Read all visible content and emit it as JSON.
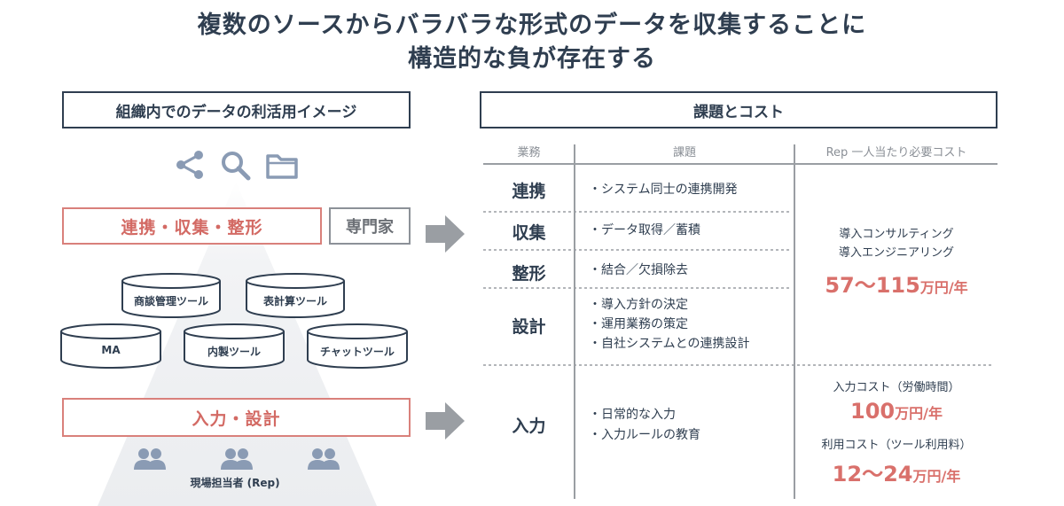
{
  "title": {
    "line1": "複数のソースからバラバラな形式のデータを収集することに",
    "line2": "構造的な負が存在する"
  },
  "left": {
    "header": "組織内でのデータの利活用イメージ",
    "icons": [
      "share-icon",
      "search-icon",
      "folder-icon"
    ],
    "renkei_label": "連携・収集・整形",
    "expert_label": "専門家",
    "tools": [
      "商談管理ツール",
      "表計算ツール",
      "MA",
      "内製ツール",
      "チャットツール"
    ],
    "input_label": "入力・設計",
    "rep_label": "現場担当者 (Rep)"
  },
  "right": {
    "header": "課題とコスト",
    "columns": [
      "業務",
      "課題",
      "Rep 一人当たり必要コスト"
    ],
    "rows": [
      {
        "task": "連携",
        "issues": [
          "・システム同士の連携開発"
        ]
      },
      {
        "task": "収集",
        "issues": [
          "・データ取得／蓄積"
        ]
      },
      {
        "task": "整形",
        "issues": [
          "・結合／欠損除去"
        ]
      },
      {
        "task": "設計",
        "issues": [
          "・導入方針の決定",
          "・運用業務の策定",
          "・自社システムとの連携設計"
        ]
      },
      {
        "task": "入力",
        "issues": [
          "・日常的な入力",
          "・入力ルールの教育"
        ]
      }
    ],
    "cost_top": {
      "lines": [
        "導入コンサルティング",
        "導入エンジニアリング"
      ],
      "amount": "57〜115",
      "unit": "万円/年"
    },
    "cost_input": {
      "label": "入力コスト（労働時間）",
      "amount": "100",
      "unit": "万円/年"
    },
    "cost_usage": {
      "label": "利用コスト（ツール利用料）",
      "amount": "12〜24",
      "unit": "万円/年"
    }
  },
  "colors": {
    "navy": "#2f3e50",
    "accent_red": "#d9706b",
    "icon_gray": "#8a9bb4",
    "pyramid_gray": "#eef0f3"
  }
}
